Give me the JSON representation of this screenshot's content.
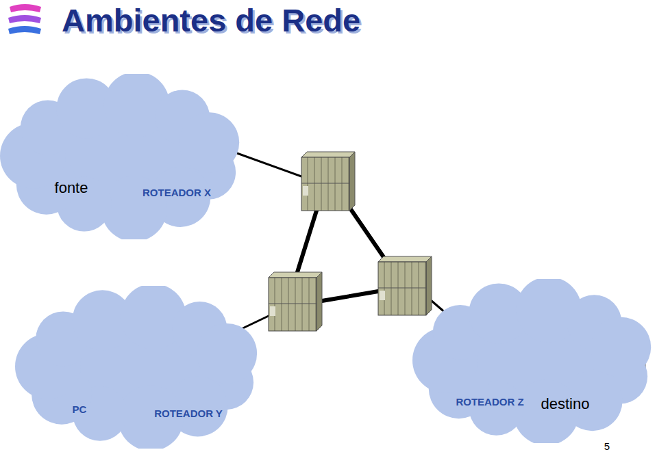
{
  "diagram": {
    "title": "Ambientes de Rede",
    "nodes": [
      {
        "text": [
          "fonte",
          "ROTEADOR X"
        ]
      },
      {
        "text": [
          "PC",
          "ROTEADOR Y"
        ]
      },
      {
        "text": [
          "ROTEADOR Z",
          "destino"
        ]
      }
    ],
    "labels": [
      "5"
    ]
  }
}
